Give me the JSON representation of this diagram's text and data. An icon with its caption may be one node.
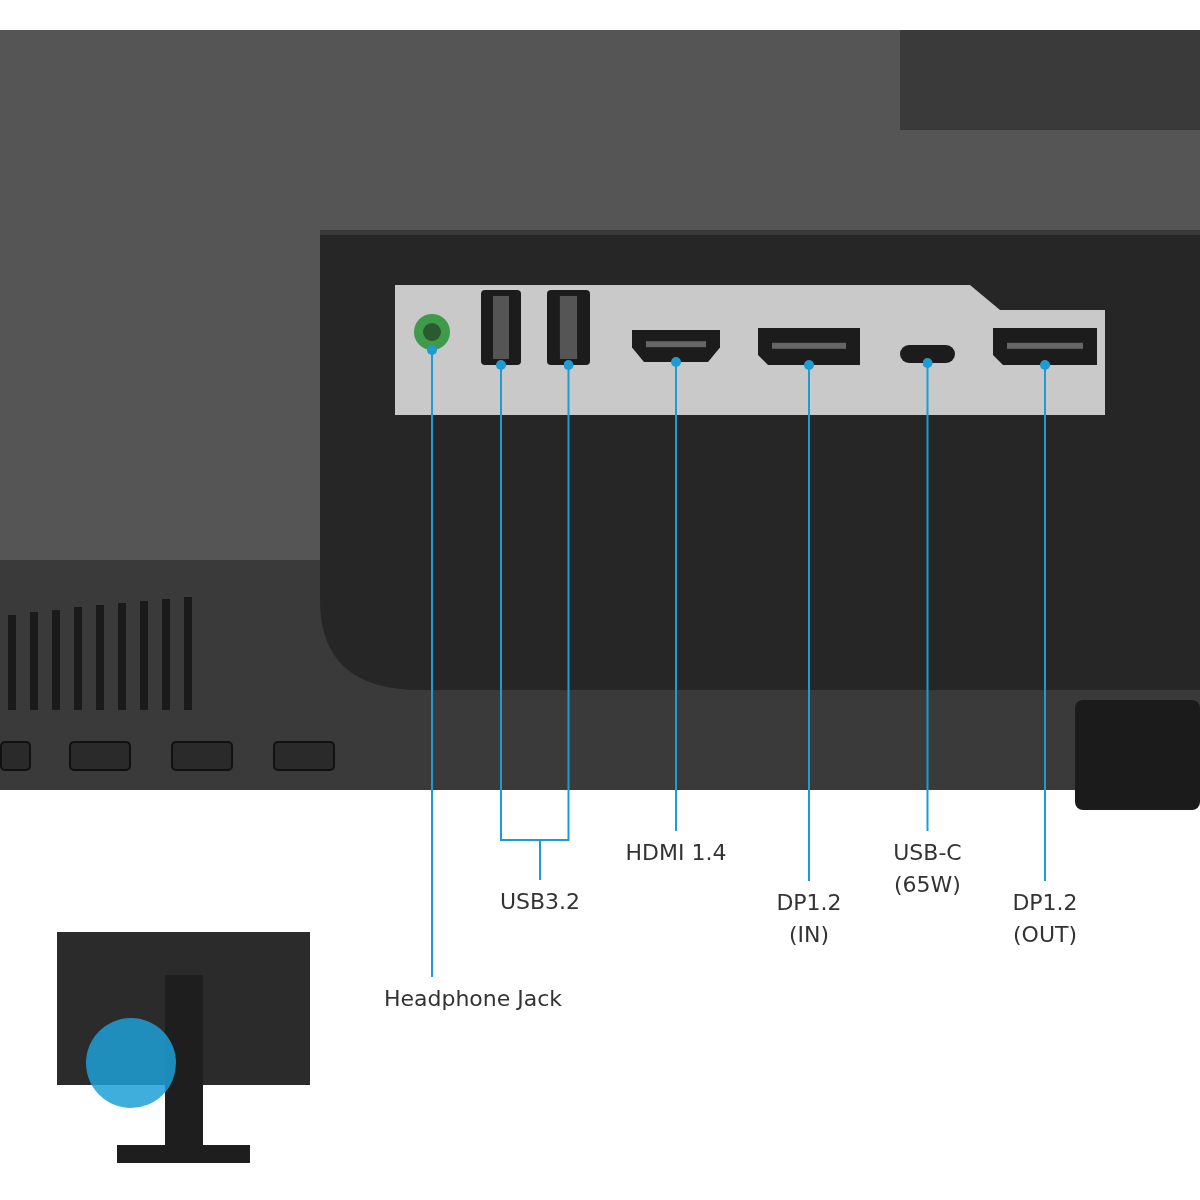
{
  "diagram": {
    "nodes": [
      {
        "text": [],
        "shape": "circle"
      },
      {
        "text": [],
        "shape": "box"
      },
      {
        "text": [],
        "shape": "box"
      },
      {
        "text": [],
        "shape": "box"
      },
      {
        "text": [],
        "shape": "box"
      },
      {
        "text": [],
        "shape": "box"
      },
      {
        "text": [],
        "shape": "box"
      },
      {
        "text": [
          "Headphone Jack"
        ]
      },
      {
        "text": [
          "USB3.2"
        ]
      },
      {
        "text": [
          "HDMI 1.4"
        ]
      },
      {
        "text": [
          "DP1.2 (IN)"
        ]
      },
      {
        "text": [
          "USB-C (65W)"
        ]
      },
      {
        "text": [
          "DP1.2 (OUT)"
        ]
      }
    ],
    "edges": [
      {
        "from": 7,
        "to": 0,
        "arrow": "other"
      },
      {
        "from": 8,
        "to": 1,
        "arrow": "other"
      },
      {
        "from": 8,
        "to": 2,
        "arrow": "other"
      },
      {
        "from": 9,
        "to": 3,
        "arrow": "other"
      },
      {
        "from": 10,
        "to": 4,
        "arrow": "other"
      },
      {
        "from": 11,
        "to": 5,
        "arrow": "other"
      },
      {
        "from": 12,
        "to": 6,
        "arrow": "other"
      }
    ]
  }
}
